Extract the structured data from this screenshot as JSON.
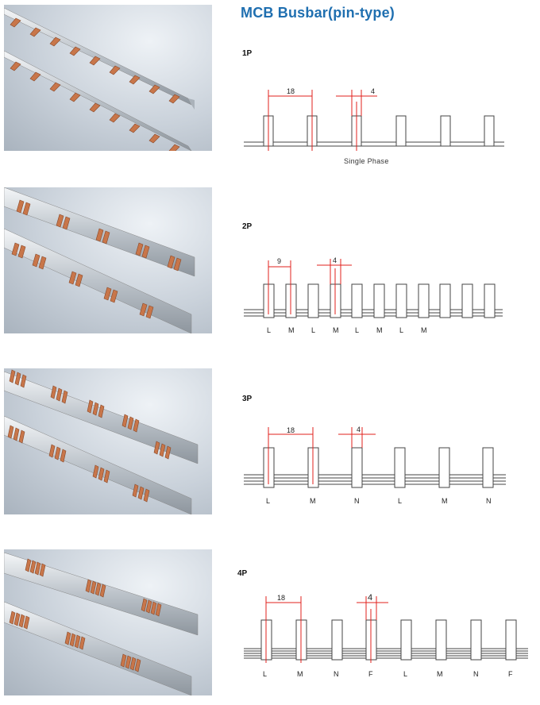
{
  "title": "MCB Busbar(pin-type)",
  "sections": [
    {
      "label": "1P",
      "dims": [
        "18",
        "4"
      ],
      "caption": "Single Phase",
      "phases": []
    },
    {
      "label": "2P",
      "dims": [
        "9",
        "4"
      ],
      "caption": "",
      "phases": [
        "L",
        "M",
        "L",
        "M",
        "L",
        "M",
        "L",
        "M"
      ]
    },
    {
      "label": "3P",
      "dims": [
        "18",
        "4"
      ],
      "caption": "",
      "phases": [
        "L",
        "M",
        "N",
        "L",
        "M",
        "N"
      ]
    },
    {
      "label": "4P",
      "dims": [
        "18",
        "4"
      ],
      "caption": "",
      "phases": [
        "L",
        "M",
        "N",
        "F",
        "L",
        "M",
        "N",
        "F"
      ]
    }
  ],
  "colors": {
    "title": "#1f6fb0",
    "dimension": "#e0201c",
    "copper": "#c8764a",
    "line": "#444444"
  }
}
